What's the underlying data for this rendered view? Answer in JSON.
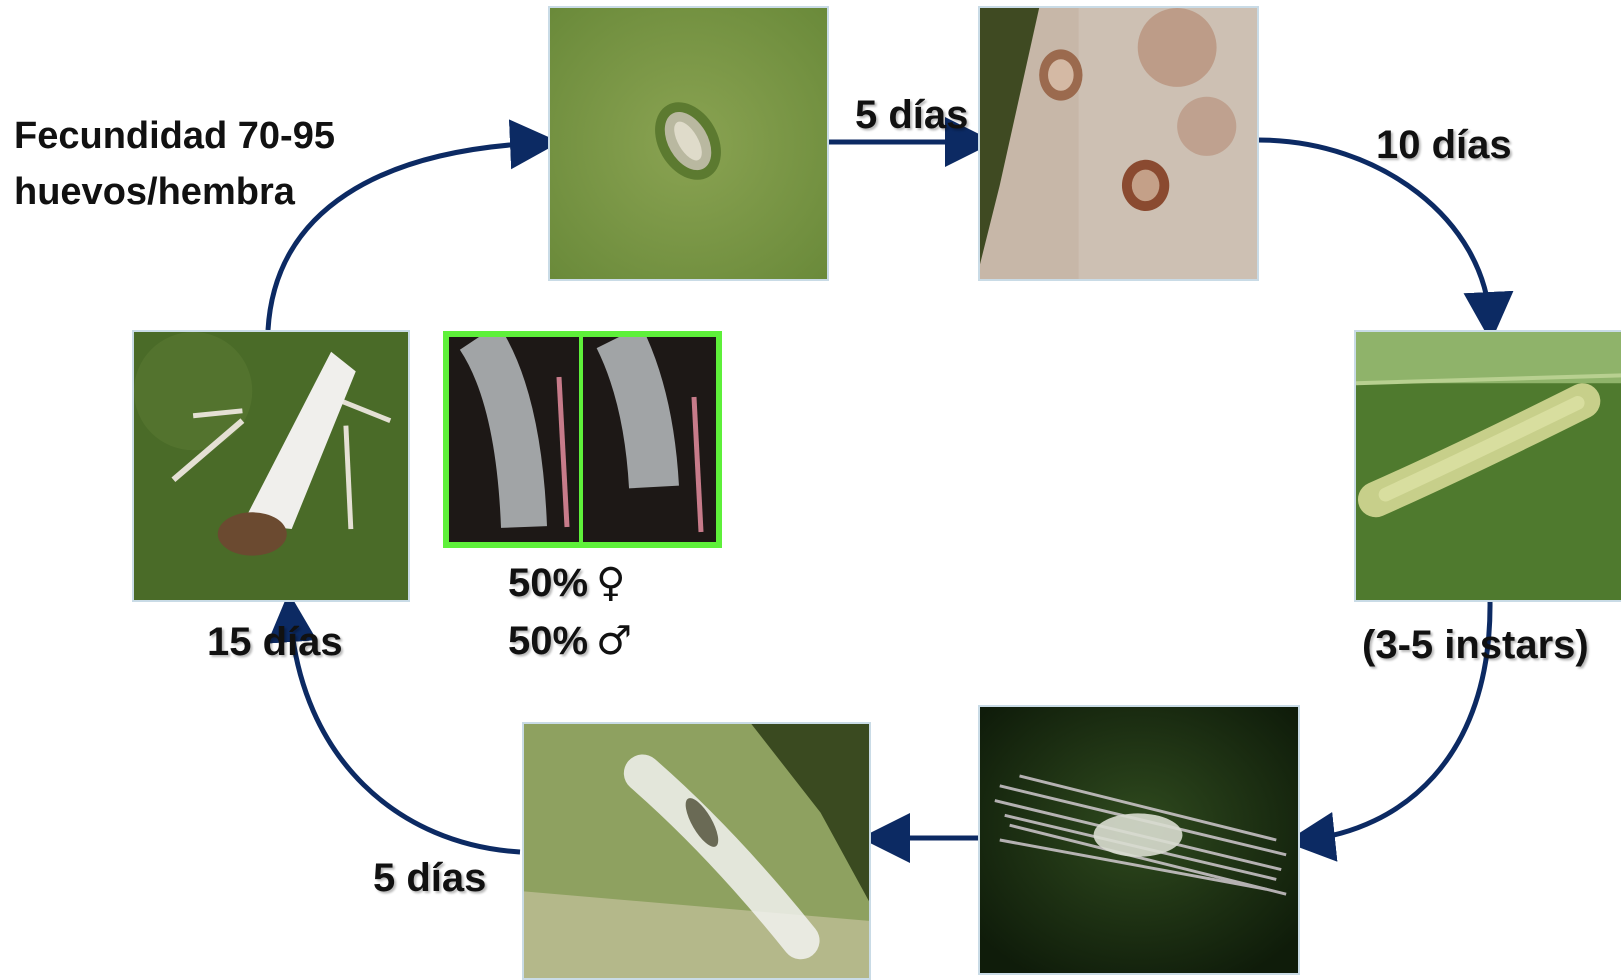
{
  "colors": {
    "arrow": "#0c2a63",
    "frame": "#c9dbe6",
    "sex_frame": "#5ef03a"
  },
  "labels": {
    "fecundity_line1": "Fecundidad 70-95",
    "fecundity_line2": "huevos/hembra",
    "egg_to_hatch": "5 días",
    "hatch_to_larva": "10 días",
    "larva_instars": "(3-5 instars)",
    "pupa_to_adult": "5 días",
    "adult": "15 días",
    "female_pct": "50%",
    "male_pct": "50%",
    "female_symbol": "♀",
    "male_symbol": "♂"
  },
  "icons": [
    "egg-photo",
    "hatched-egg-photo",
    "larva-photo",
    "cocoon-photo",
    "pupa-photo",
    "adult-moth-photo",
    "sex-comparison-photo"
  ]
}
